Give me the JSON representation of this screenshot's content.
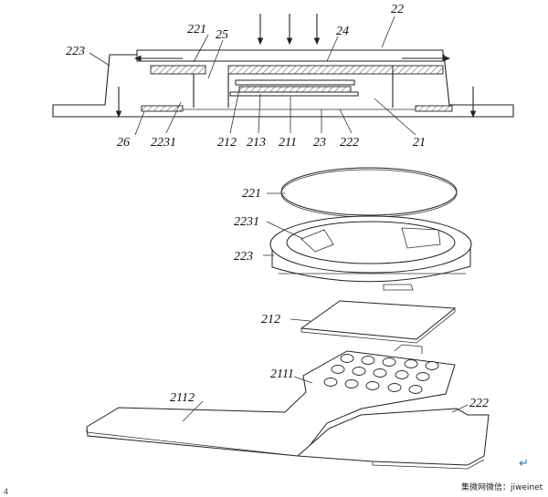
{
  "labels": {
    "top": {
      "l22": "22",
      "l221": "221",
      "l25": "25",
      "l24": "24",
      "l223": "223",
      "l26": "26",
      "l2231": "2231",
      "l212": "212",
      "l213": "213",
      "l211": "211",
      "l23": "23",
      "l222": "222",
      "l21": "21"
    },
    "exploded": {
      "l221": "221",
      "l2231": "2231",
      "l223": "223",
      "l212": "212",
      "l2111": "2111",
      "l2112": "2112",
      "l222": "222"
    }
  },
  "footer": {
    "page_marker": "4",
    "return_symbol": "↵",
    "watermark": "集微网微信：jiweinet"
  }
}
